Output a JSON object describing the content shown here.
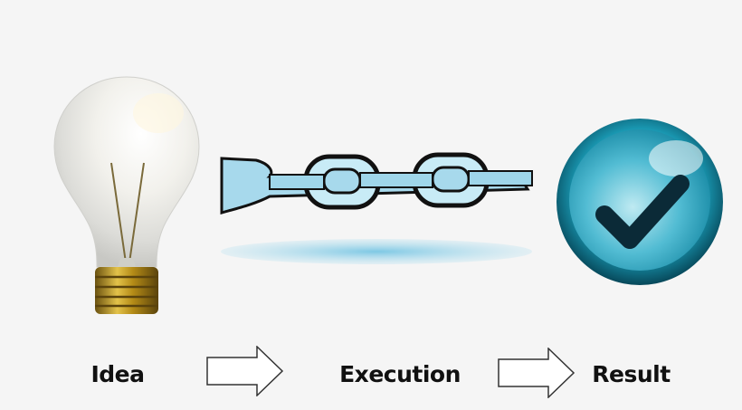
{
  "stages": [
    {
      "label": "Idea",
      "icon": "lightbulb-icon"
    },
    {
      "label": "Execution",
      "icon": "chain-icon"
    },
    {
      "label": "Result",
      "icon": "checkmark-icon"
    }
  ],
  "connectors": [
    {
      "icon": "arrow-right-icon",
      "from": "Idea",
      "to": "Execution"
    },
    {
      "icon": "arrow-right-icon",
      "from": "Execution",
      "to": "Result"
    }
  ],
  "colors": {
    "background": "#f5f5f5",
    "label_text": "#111111",
    "chain_fill": "#9fd6ea",
    "check_ring": "#0e6f86",
    "check_face": "#3ab2cc",
    "check_mark": "#0b2a37",
    "bulb_base": "#b8901e"
  }
}
